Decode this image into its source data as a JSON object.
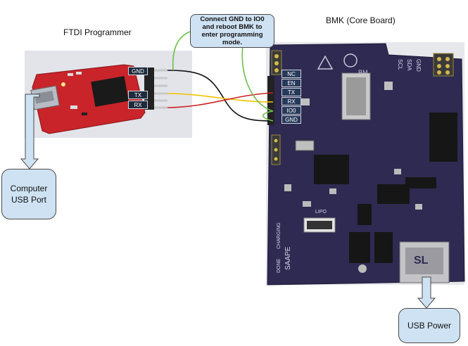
{
  "titles": {
    "ftdi": "FTDI Programmer",
    "bmk": "BMK (Core Board)"
  },
  "callout": "Connect GND to IO0 and reboot BMK to enter programming mode.",
  "boxes": {
    "computer": "Computer USB Port",
    "power": "USB Power"
  },
  "ftdi_pins": [
    "GND",
    "TX",
    "RX"
  ],
  "bmk_pins": [
    "NC",
    "EN",
    "TX",
    "RX",
    "IO0",
    "GND"
  ],
  "board_text": {
    "bm": "BM",
    "scl": "SCL",
    "sda": "SDA",
    "gnd": "GND",
    "charging": "CHARGING",
    "done": "DONE",
    "saape": "SAAPE",
    "lipo": "LIPO",
    "usb": "SL"
  },
  "wire_colors": {
    "gnd": "#111111",
    "tx": "#f2c200",
    "rx": "#cc2222",
    "jumper": "#6fbf4a"
  }
}
